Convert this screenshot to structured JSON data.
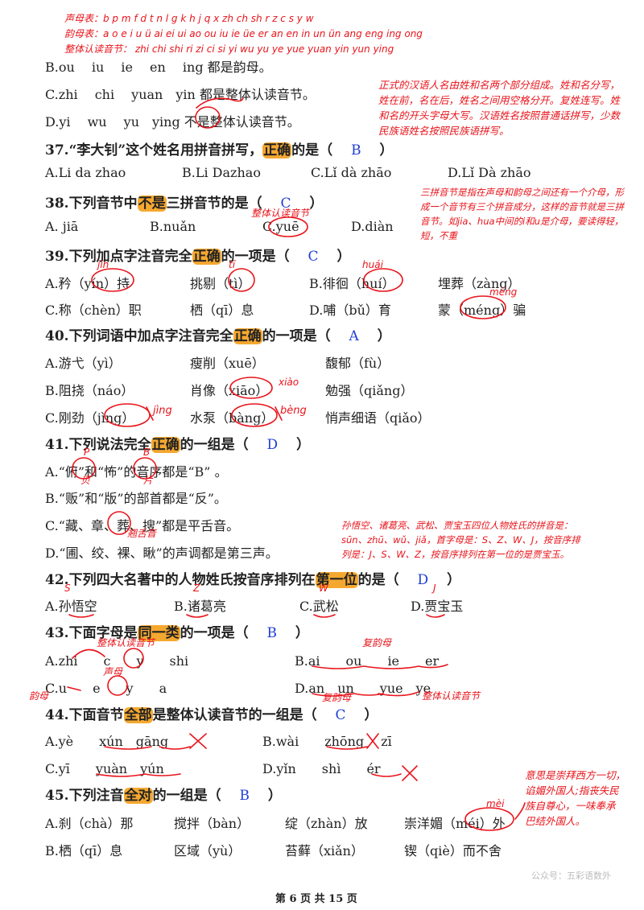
{
  "header": {
    "shengmu": "声母表：b p m f d t n l g k h j q x zh ch sh r z c s y w",
    "yunmu": "韵母表：a o e i u ü ai ei ui ao ou iu ie üe er an en in un ün ang eng ing ong",
    "zhengti": "整体认读音节： zhi chi shi ri zi ci si yi wu yu ye yue yuan yin yun ying"
  },
  "q36": {
    "optB": "B.ou　 iu 　ie　 en　 ing 都是韵母。",
    "optC": "C.zhi　 chi　 yuan　yin 都是整体认读音节。",
    "optD": "D.yi　 wu　 yu　ying 不是整体认读音节。"
  },
  "q37": {
    "pre": "37.“李大钊”这个姓名用拼音拼写，",
    "hl": "正确",
    "post": "的是（",
    "answer": "B",
    "close": "）",
    "options": [
      "A.Li da zhao",
      "B.Li Dazhao",
      "C.Lǐ dà zhāo",
      "D.Lǐ Dà zhāo"
    ]
  },
  "q38": {
    "pre": "38.下列音节中",
    "hl": "不是",
    "post": "三拼音节的是（",
    "answer": "C",
    "close": "）",
    "options": [
      "A. jiā",
      "B.nuǎn",
      "C.yuē",
      "D.diàn"
    ]
  },
  "q39": {
    "pre": "39.下列加点字注音完全",
    "hl": "正确",
    "post": "的一项是（",
    "answer": "C",
    "close": "）",
    "row1": [
      "A.矜（yín）持",
      "挑剔（tì）",
      "B.徘徊（huí）",
      "埋葬（zàng）"
    ],
    "row2": [
      "C.称（chèn）职",
      "栖（qī）息",
      "D.哺（bǔ）育",
      "蒙（méng）骗"
    ]
  },
  "q40": {
    "pre": "40.下列词语中加点字注音完全",
    "hl": "正确",
    "post": "的一项是（",
    "answer": "A",
    "close": "）",
    "row1": [
      "A.游弋（yì）",
      "瘦削（xuē）",
      "馥郁（fù）"
    ],
    "row2": [
      "B.阻挠（náo）",
      "肖像（xiāo）",
      "勉强（qiǎng）"
    ],
    "row3": [
      "C.刚劲（jìng）",
      "水泵（bàng）",
      "悄声细语（qiǎo）"
    ]
  },
  "q41": {
    "pre": "41.下列说法完全",
    "hl": "正确",
    "post": "的一组是（",
    "answer": "D",
    "close": "）",
    "optA": "A.“俯”和“怖”的音序都是“B” 。",
    "optB": "B.“贩”和“版”的部首都是“反”。",
    "optC": "C.“藏、章、葬、搜”都是平舌音。",
    "optD": "D.“圃、绞、裸、瞅”的声调都是第三声。"
  },
  "q42": {
    "pre": "42.下列四大名著中的人物姓氏按音序排列在",
    "hl": "第一位",
    "post": "的是（",
    "answer": "D",
    "close": "）",
    "options": [
      "A.孙悟空",
      "B.诸葛亮",
      "C.武松",
      "D.贾宝玉"
    ]
  },
  "q43": {
    "pre": "43.下面字母是",
    "hl": "同一类",
    "post": "的一项是（",
    "answer": "B",
    "close": "）",
    "optA": "A.zhi　　c　　y　　shi",
    "optB": "B.ai　　ou　　ie　　er",
    "optC": "C.u　　e　　y　　a",
    "optD": "D.an　un　　yue　ye"
  },
  "q44": {
    "pre": "44.下面音节",
    "hl": "全部",
    "post": "是整体认读音节的一组是（",
    "answer": "C",
    "close": "）",
    "optA": "A.yè　　xún　gāng",
    "optB": "B.wài　　zhōng　 zī",
    "optC": "C.yī　　yuàn　yún",
    "optD": "D.yǐn　　shì　　ér"
  },
  "q45": {
    "pre": "45.下列注音",
    "hl": "全对",
    "post": "的一组是（",
    "answer": "B",
    "close": "）",
    "row1": [
      "A.刹（chà）那",
      "搅拌（bàn）",
      "绽（zhàn）放",
      "崇洋媚（méi）外"
    ],
    "row2": [
      "B.栖（qī）息",
      "区域（yù）",
      "苔藓（xiǎn）",
      "锲（qiè）而不舍"
    ]
  },
  "notes": {
    "name": "正式的汉语人名由姓和名两个部分组成。姓和名分写，姓在前，名在后，姓名之间用空格分开。复姓连写。姓和名的开头字母大写。汉语姓名按照普通话拼写，少数民族语姓名按照民族语拼写。",
    "sanpin": "三拼音节是指在声母和韵母之间还有一个介母，形成一个音节有三个拼音成分，这样的音节就是三拼音节。如jia、hua中间的i和u是介母，要读得轻，短，不重",
    "surname_line1": "孙悟空、诸葛亮、武松、贾宝玉四位人物姓氏的拼音是：",
    "surname_line2": "sūn、zhū、wǔ、jiǎ，首字母是：S、Z、W、J，按音序排",
    "surname_line3": "列是：J、S、W、Z，按音序排列在第一位的是贾宝玉。",
    "chongyang_line1": "意思是崇拜西方一切，",
    "chongyang_line2": "谄媚外国人;指丧失民",
    "chongyang_line3": "族自尊心，一味奉承",
    "chongyang_line4": "巴结外国人。"
  },
  "marks": {
    "zhengti1": "整体认读音节",
    "jin": "jīn",
    "ti": "tī",
    "huai": "huái",
    "meng": "mēng",
    "xiao": "xiào",
    "jing": "jìng",
    "beng": "bèng",
    "P": "P",
    "B": "B",
    "F": "贝",
    "pian": "片",
    "qiaoshe": "翘舌音",
    "S": "S",
    "Z": "Z",
    "W": "W",
    "J": "J",
    "zhengti2": "整体认读音节",
    "shengmu": "声母",
    "fuyun1": "复韵母",
    "yunmu": "韵母",
    "fuyun2": "复韵母",
    "zhengti3": "整体认读音节",
    "mei": "mèi"
  },
  "footer": "第 6 页 共 15 页",
  "watermark": "公众号：五彩语数外"
}
